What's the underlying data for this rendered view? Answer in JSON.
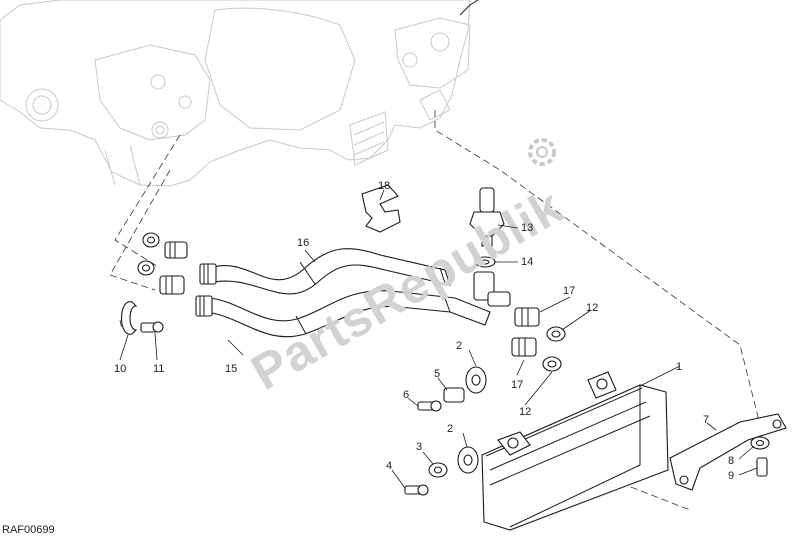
{
  "diagram": {
    "reference_code": "RAF00699",
    "watermark_text": "PartsRepublik",
    "callouts": [
      {
        "id": "c1",
        "label": "1"
      },
      {
        "id": "c2a",
        "label": "2"
      },
      {
        "id": "c2b",
        "label": "2"
      },
      {
        "id": "c3",
        "label": "3"
      },
      {
        "id": "c4",
        "label": "4"
      },
      {
        "id": "c5",
        "label": "5"
      },
      {
        "id": "c6",
        "label": "6"
      },
      {
        "id": "c7",
        "label": "7"
      },
      {
        "id": "c8",
        "label": "8"
      },
      {
        "id": "c9",
        "label": "9"
      },
      {
        "id": "c10",
        "label": "10"
      },
      {
        "id": "c11",
        "label": "11"
      },
      {
        "id": "c12a",
        "label": "12"
      },
      {
        "id": "c12b",
        "label": "12"
      },
      {
        "id": "c13",
        "label": "13"
      },
      {
        "id": "c14",
        "label": "14"
      },
      {
        "id": "c15",
        "label": "15"
      },
      {
        "id": "c16",
        "label": "16"
      },
      {
        "id": "c17a",
        "label": "17"
      },
      {
        "id": "c17b",
        "label": "17"
      },
      {
        "id": "c18",
        "label": "18"
      }
    ]
  }
}
